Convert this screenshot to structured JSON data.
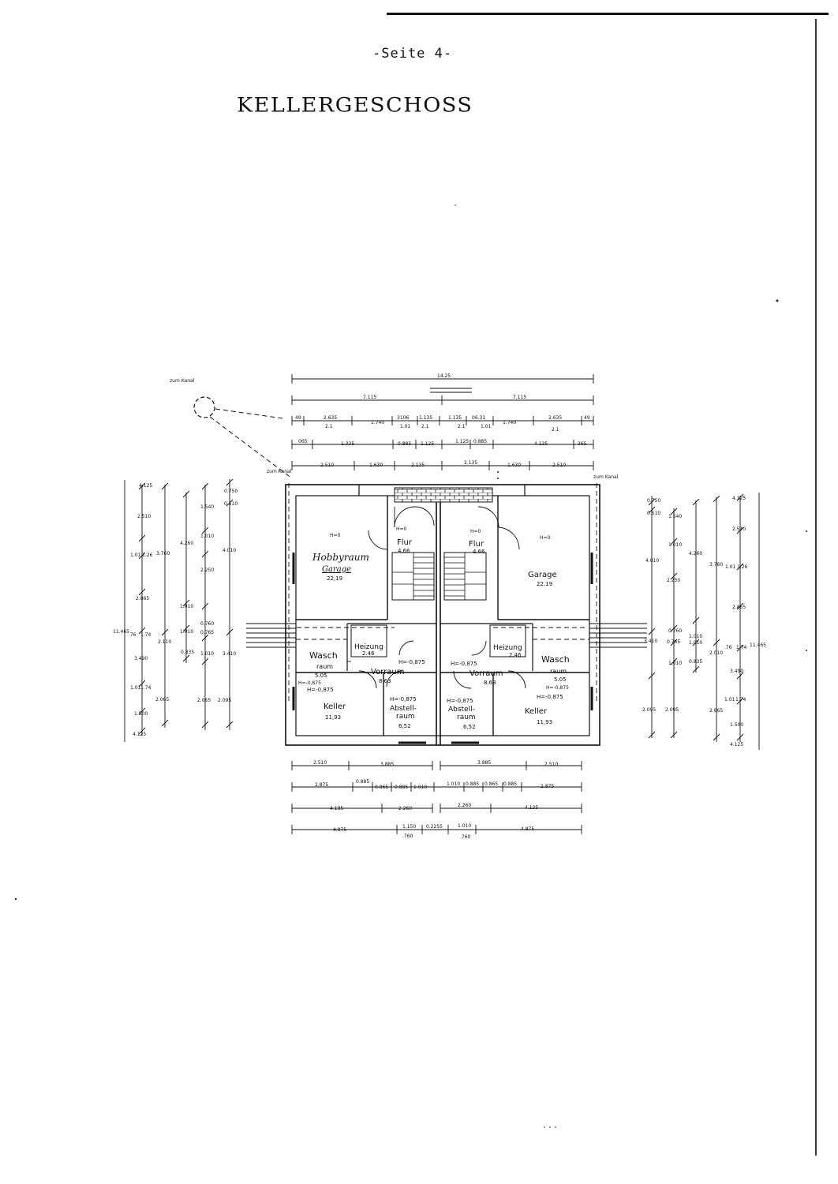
{
  "header": {
    "page_label": "-Seite 4-",
    "title": "KELLERGESCHOSS"
  },
  "annotations": {
    "zum_kanal": "zum Kanal",
    "zum_kanal_left": "zum Kanal",
    "zum_kanal_right": "zum Kanal"
  },
  "rooms": {
    "hobbyraum": {
      "name": "Hobbyraum",
      "name2": "Garage",
      "area": "22,19",
      "level": "H=0"
    },
    "garage": {
      "name": "Garage",
      "area": "22,19",
      "level": "H=0"
    },
    "flur_left": {
      "name": "Flur",
      "area": "4.66",
      "level": "H=0"
    },
    "flur_right": {
      "name": "Flur",
      "area": "4.66",
      "level": "H=0"
    },
    "heizung_left": {
      "name": "Heizung",
      "area": "2.46"
    },
    "heizung_right": {
      "name": "Heizung",
      "area": "2.46"
    },
    "wasch_left": {
      "name": "Wasch",
      "name2": "raum",
      "area": "5.05",
      "level": "H=-0,875"
    },
    "wasch_right": {
      "name": "Wasch",
      "name2": "raum",
      "area": "5.05",
      "level": "H=-0,875"
    },
    "vorraum_left": {
      "name": "Vorraum",
      "area": "8.63",
      "level": "H=-0,875"
    },
    "vorraum_right": {
      "name": "Vorraum",
      "area": "8.63",
      "level": "H=-0,875"
    },
    "keller_left": {
      "name": "Keller",
      "area": "11,93",
      "level": "H=-0,875"
    },
    "keller_right": {
      "name": "Keller",
      "area": "11,93",
      "level": "H=-0,875"
    },
    "abstell_left": {
      "name": "Abstell-",
      "name2": "raum",
      "area": "6,52",
      "level": "H=-0,875"
    },
    "abstell_right": {
      "name": "Abstell-",
      "name2": "raum",
      "area": "6,52",
      "level": "H=-0,875"
    }
  },
  "dimensions": {
    "top_total": "14.25",
    "top_half_left": "7.115",
    "top_half_right": "7.115",
    "top_row3": [
      "49",
      "2.635",
      "1.740",
      "3106",
      "1.135",
      "1.135",
      "06.31",
      "1.740",
      "2.635",
      "49"
    ],
    "top_row3_sub": [
      "2.1",
      "1.01",
      "2.1",
      "2.1",
      "1.01",
      "2.1"
    ],
    "top_row4": [
      "065",
      "1.335",
      "0.885",
      "1.125",
      "1.125",
      "0.885",
      "4.135",
      "365"
    ],
    "top_row5": [
      "2.510",
      "1.630",
      "2.135",
      "2.135",
      "1.630",
      "2.510"
    ],
    "bottom_row1": [
      "2.510",
      "3.885",
      "3.885",
      "2.510"
    ],
    "bottom_row2": [
      "2.875",
      "0.885",
      "0.865",
      "0.885",
      "1.010",
      "1.010",
      "0.885",
      "0.865",
      "0.885",
      "2.875"
    ],
    "bottom_row3": [
      "4.135",
      "2.260",
      "2.260",
      "4.135"
    ],
    "bottom_row4": [
      "4.875",
      "1.150",
      ".760",
      "0.2255",
      "1.010",
      ".760",
      "4.875"
    ],
    "left_total": "11.465",
    "left_col1": [
      "4.125",
      "2.510",
      "1.01",
      "1.26",
      "2.865",
      ".76",
      "1.74",
      "3.490",
      "1.01",
      "1.74",
      "1.500",
      "4.125"
    ],
    "left_col2": [
      "3.760",
      "2.110",
      "2.065"
    ],
    "left_col3": [
      "4.260",
      "1.010",
      "1.010",
      "0.835"
    ],
    "left_col4": [
      "1.540",
      "1.010",
      "2.250",
      "0.760",
      "0.765",
      "1.010",
      "2.065"
    ],
    "left_col5": [
      "0.750",
      "0.510",
      "4.010",
      "3.410",
      "2.095"
    ],
    "right_total": "11.465",
    "right_col1": [
      "0.750",
      "0.510",
      "4.010",
      "3.410",
      "2.095"
    ],
    "right_col2": [
      "1.540",
      "1.010",
      "2.250",
      "0.760",
      "0.765",
      "1.010",
      "2.095"
    ],
    "right_col3": [
      "4.260",
      "1.010",
      "1.010",
      "0.835"
    ],
    "right_col4": [
      "3.760",
      "2.010",
      "2.865"
    ],
    "right_col5": [
      "4.125",
      "2.510",
      "1.01",
      "1.26",
      "2.865",
      ".76",
      "1.74",
      "3.490",
      "1.01",
      "1.74",
      "1.500",
      "4.125"
    ]
  }
}
